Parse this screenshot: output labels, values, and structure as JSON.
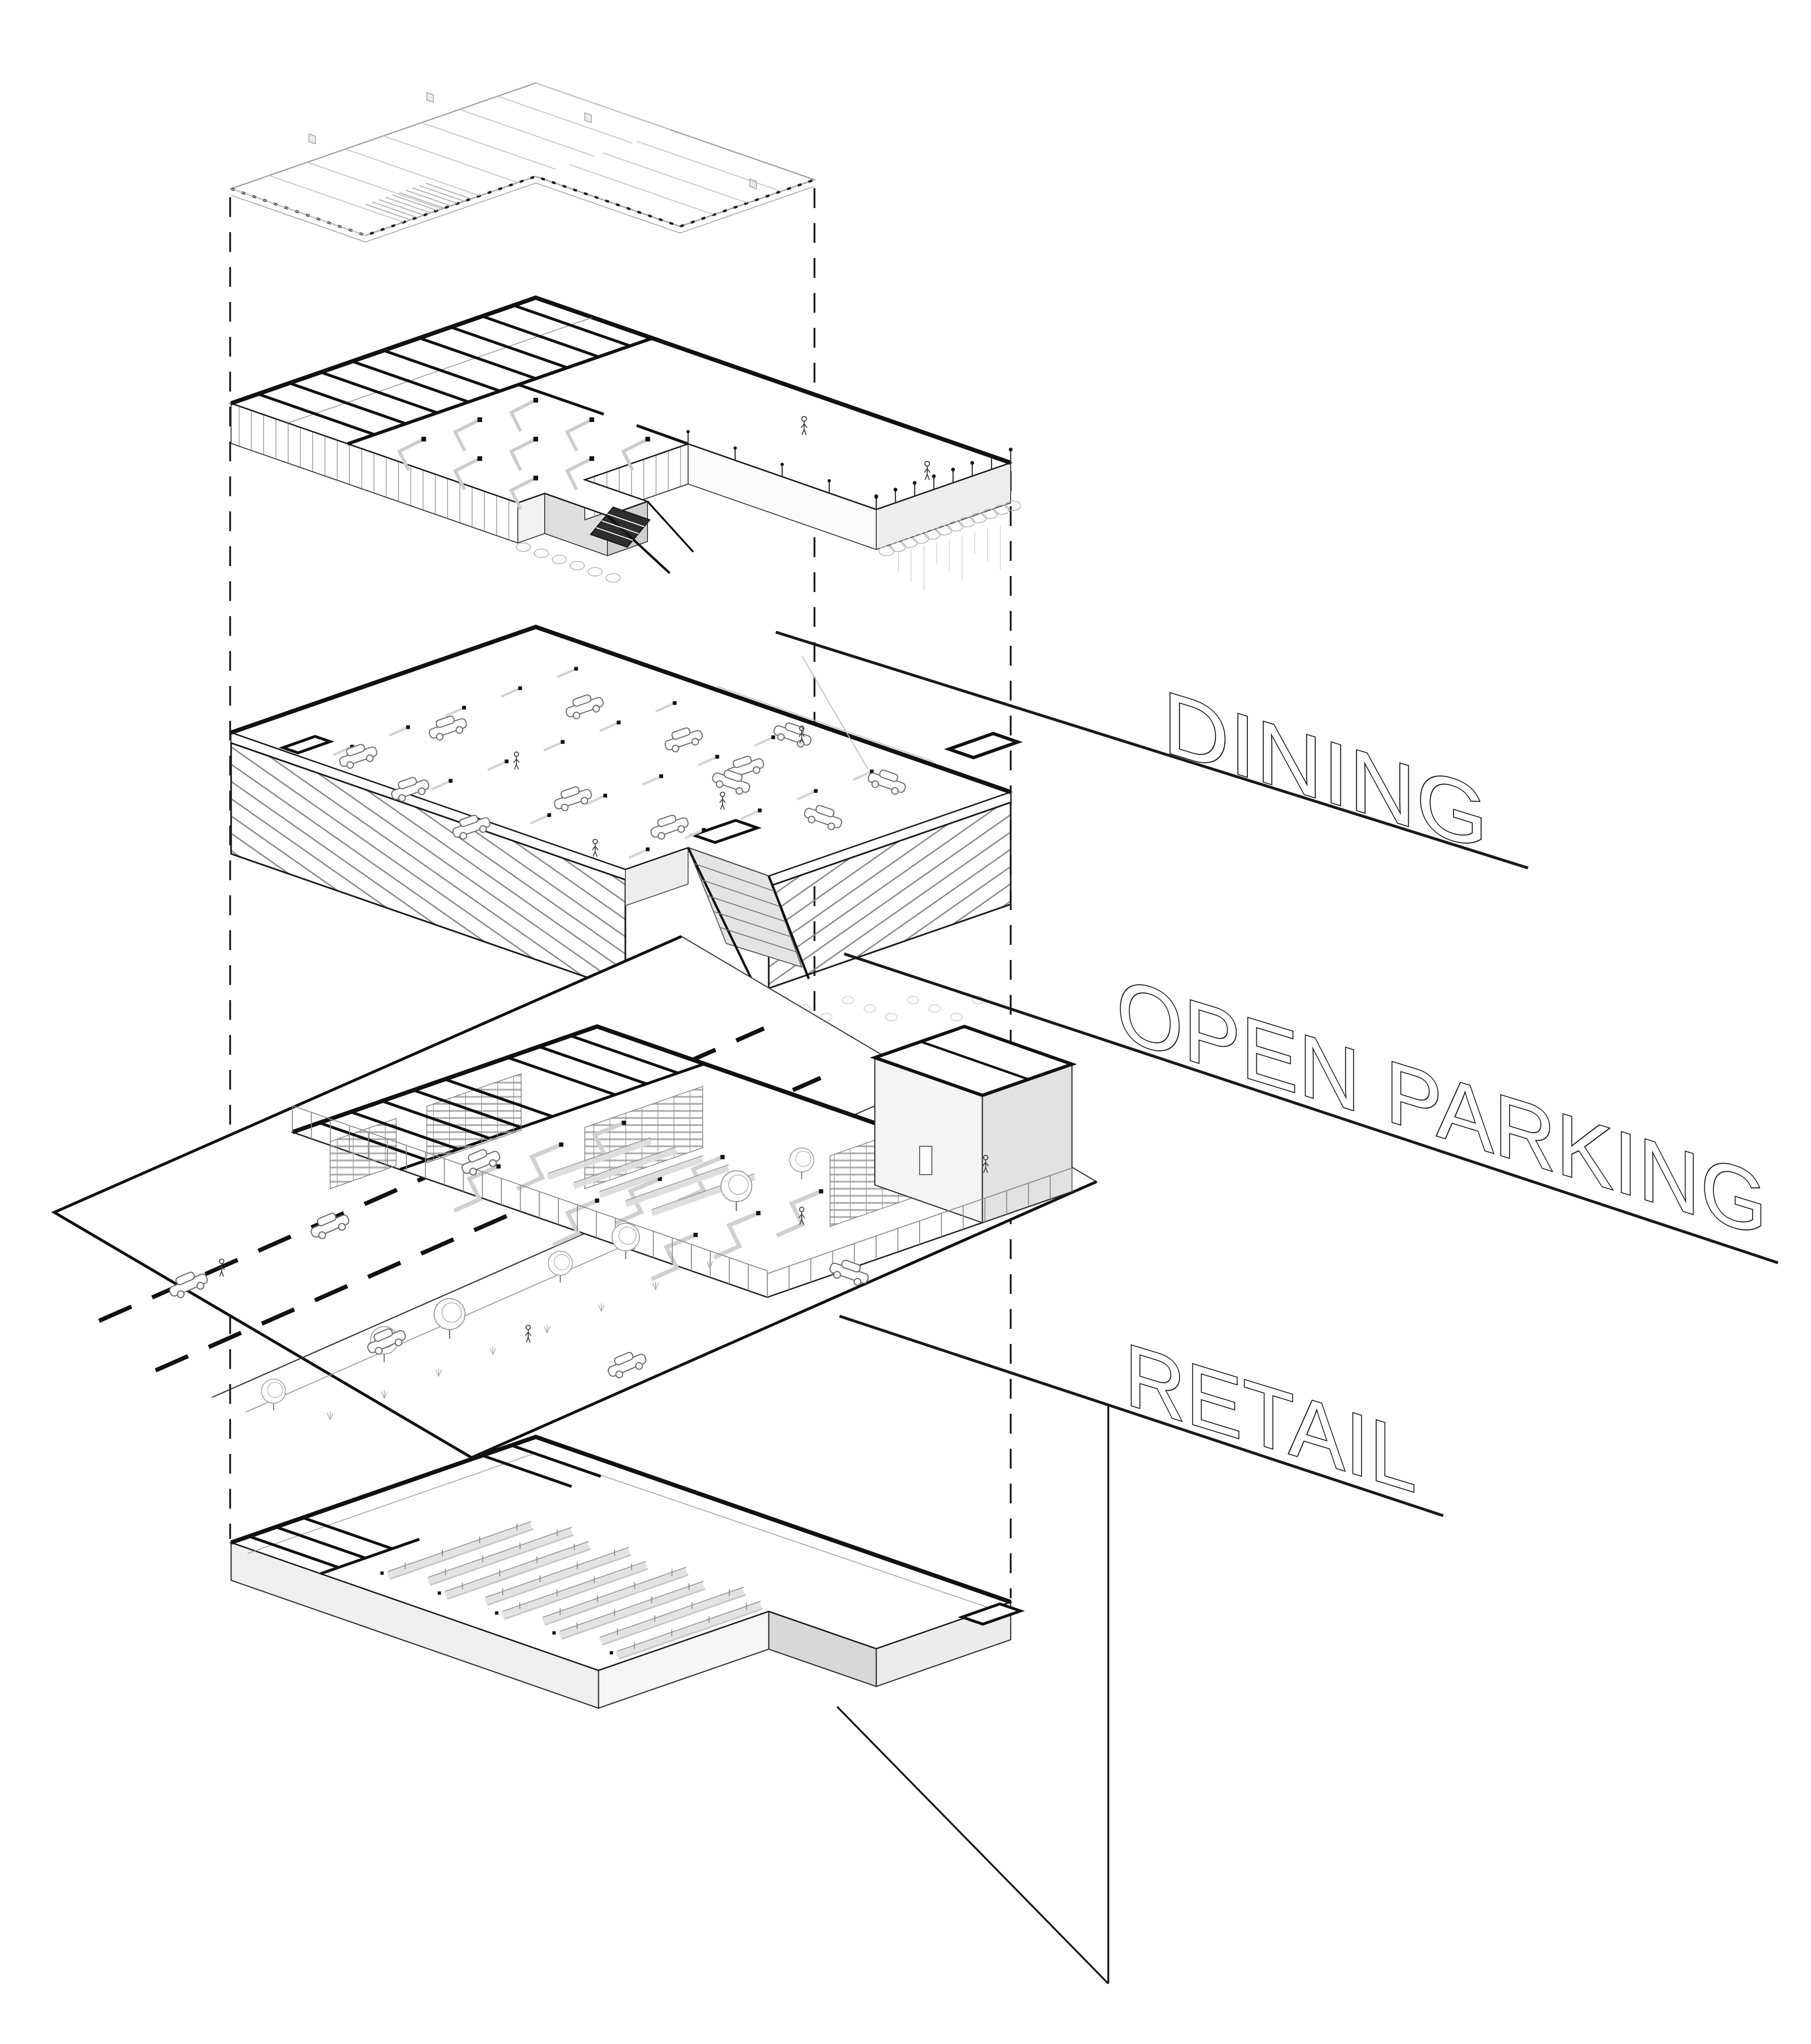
{
  "diagram": {
    "type": "exploded-axonometric-architecture-diagram",
    "orientation": "isometric",
    "levels": [
      {
        "id": "roof",
        "name": "roof-plan",
        "label": ""
      },
      {
        "id": "dining",
        "name": "dining-level",
        "label": "DINING"
      },
      {
        "id": "open-parking",
        "name": "open-parking-level",
        "label": "OPEN PARKING"
      },
      {
        "id": "ground",
        "name": "ground-site-level",
        "label": ""
      },
      {
        "id": "retail",
        "name": "retail-level",
        "label": "RETAIL"
      }
    ],
    "labels": {
      "dining": "DINING",
      "open_parking": "OPEN PARKING",
      "retail": "RETAIL"
    },
    "colors": {
      "ink": "#1a1a1a",
      "mid_line": "#555555",
      "light_line": "#9a9a9a",
      "shadow": "#c8c8c8",
      "paper": "#ffffff"
    }
  }
}
